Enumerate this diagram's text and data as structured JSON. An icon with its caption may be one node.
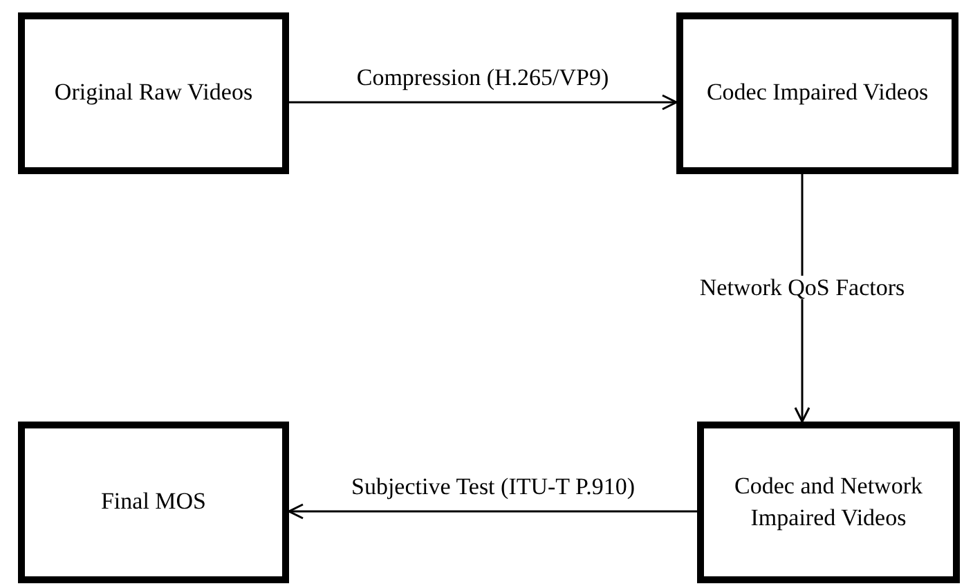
{
  "diagram": {
    "nodes": [
      {
        "text": [
          "Original Raw Videos"
        ]
      },
      {
        "text": [
          "Codec Impaired Videos"
        ]
      },
      {
        "text": [
          "Codec and Network Impaired Videos"
        ]
      },
      {
        "text": [
          "Final MOS"
        ]
      }
    ],
    "edges": [
      {
        "from": 0,
        "to": 1,
        "arrow": "to",
        "label": "Compression (H.265/VP9)"
      },
      {
        "from": 1,
        "to": 2,
        "arrow": "to",
        "label": "Network QoS Factors"
      },
      {
        "from": 2,
        "to": 3,
        "arrow": "to",
        "label": "Subjective Test (ITU-T P.910)"
      }
    ]
  }
}
